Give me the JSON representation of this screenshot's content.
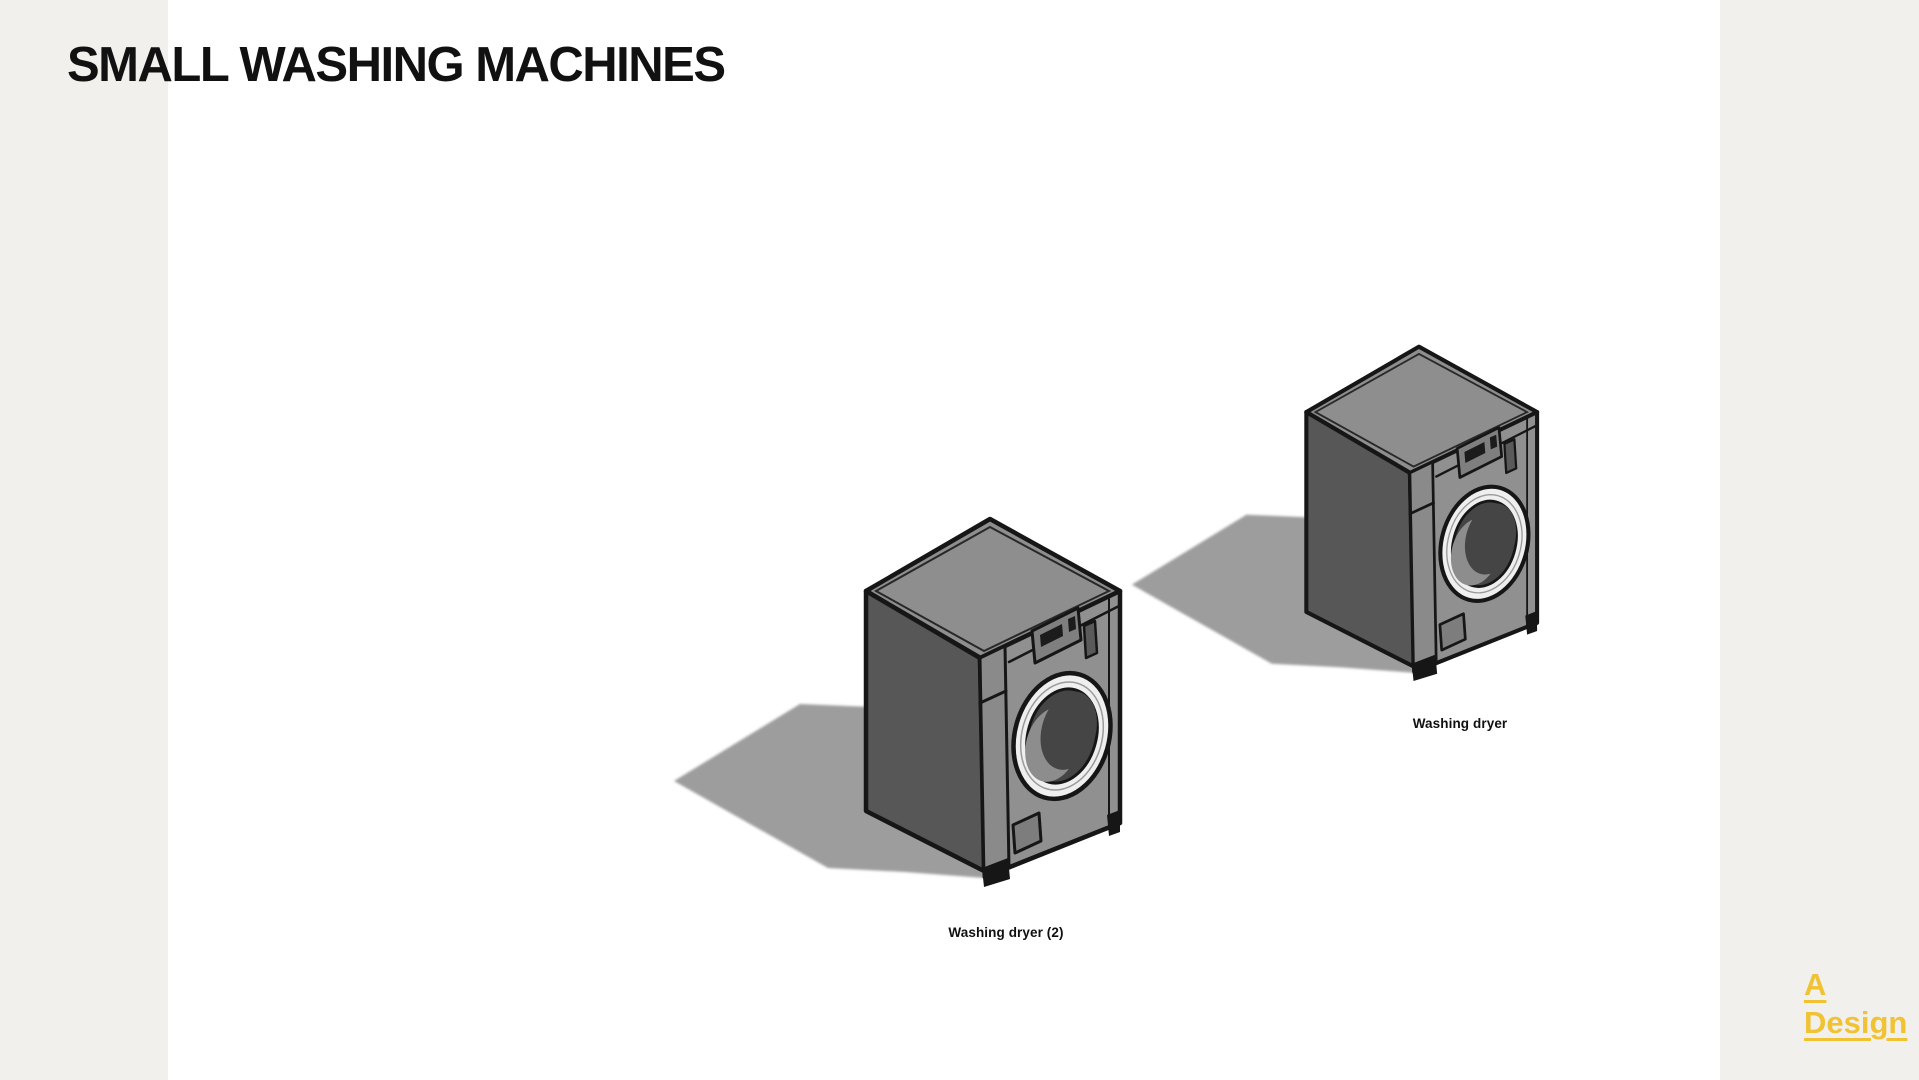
{
  "page": {
    "title": "SMALL WASHING MACHINES"
  },
  "machines": [
    {
      "label": "Washing dryer (2)"
    },
    {
      "label": "Washing dryer"
    }
  ],
  "branding": {
    "link_label": "A Design",
    "color": "#f1c232"
  },
  "colors": {
    "strip": "#f1f0ed",
    "title": "#111111",
    "outline": "#161616",
    "top_face": "#8e8e8e",
    "left_face": "#575757",
    "front_face": "#909090",
    "band": "#8a8a8a",
    "door_ring": "#efefef",
    "door_glass": "#454545",
    "glass_highlight": "#8d8d8d",
    "panel_dark": "#1c1c1c",
    "shadow": "#9d9d9d"
  }
}
